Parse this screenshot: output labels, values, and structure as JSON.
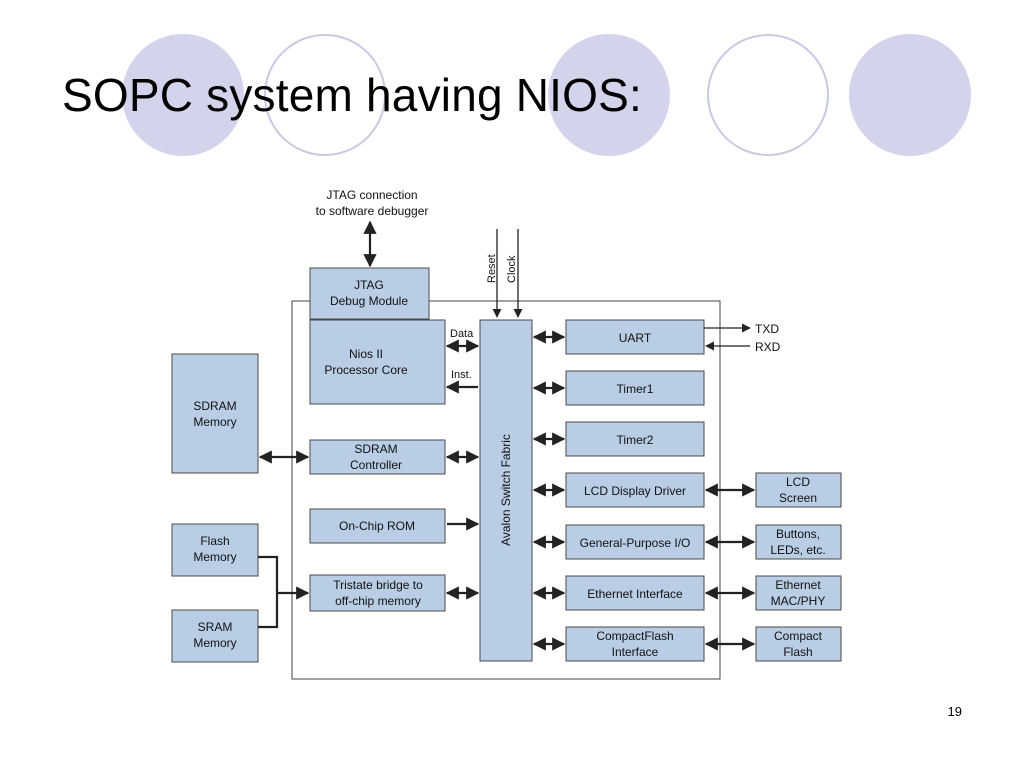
{
  "slide": {
    "title": "SOPC system having NIOS:",
    "page_number": "19"
  },
  "diagram": {
    "jtag_connection": [
      "JTAG connection",
      "to software debugger"
    ],
    "signals": {
      "reset": "Reset",
      "clock": "Clock"
    },
    "bus_labels": {
      "data": "Data",
      "inst": "Inst."
    },
    "uart_pins": {
      "txd": "TXD",
      "rxd": "RXD"
    },
    "blocks": {
      "jtag_debug": [
        "JTAG",
        "Debug Module"
      ],
      "nios_core": [
        "Nios II",
        "Processor Core"
      ],
      "sdram_memory": [
        "SDRAM",
        "Memory"
      ],
      "sdram_controller": [
        "SDRAM",
        "Controller"
      ],
      "onchip_rom": [
        "On-Chip ROM"
      ],
      "flash_memory": [
        "Flash",
        "Memory"
      ],
      "sram_memory": [
        "SRAM",
        "Memory"
      ],
      "tristate_bridge": [
        "Tristate bridge to",
        "off-chip memory"
      ],
      "avalon_fabric": [
        "Avalon Switch Fabric"
      ],
      "uart": [
        "UART"
      ],
      "timer1": [
        "Timer1"
      ],
      "timer2": [
        "Timer2"
      ],
      "lcd_driver": [
        "LCD Display Driver"
      ],
      "gpio": [
        "General-Purpose I/O"
      ],
      "ethernet_interface": [
        "Ethernet Interface"
      ],
      "compactflash_interface": [
        "CompactFlash",
        "Interface"
      ],
      "lcd_screen": [
        "LCD",
        "Screen"
      ],
      "buttons_leds": [
        "Buttons,",
        "LEDs, etc."
      ],
      "ethernet_macphy": [
        "Ethernet",
        "MAC/PHY"
      ],
      "compact_flash": [
        "Compact",
        "Flash"
      ]
    }
  }
}
